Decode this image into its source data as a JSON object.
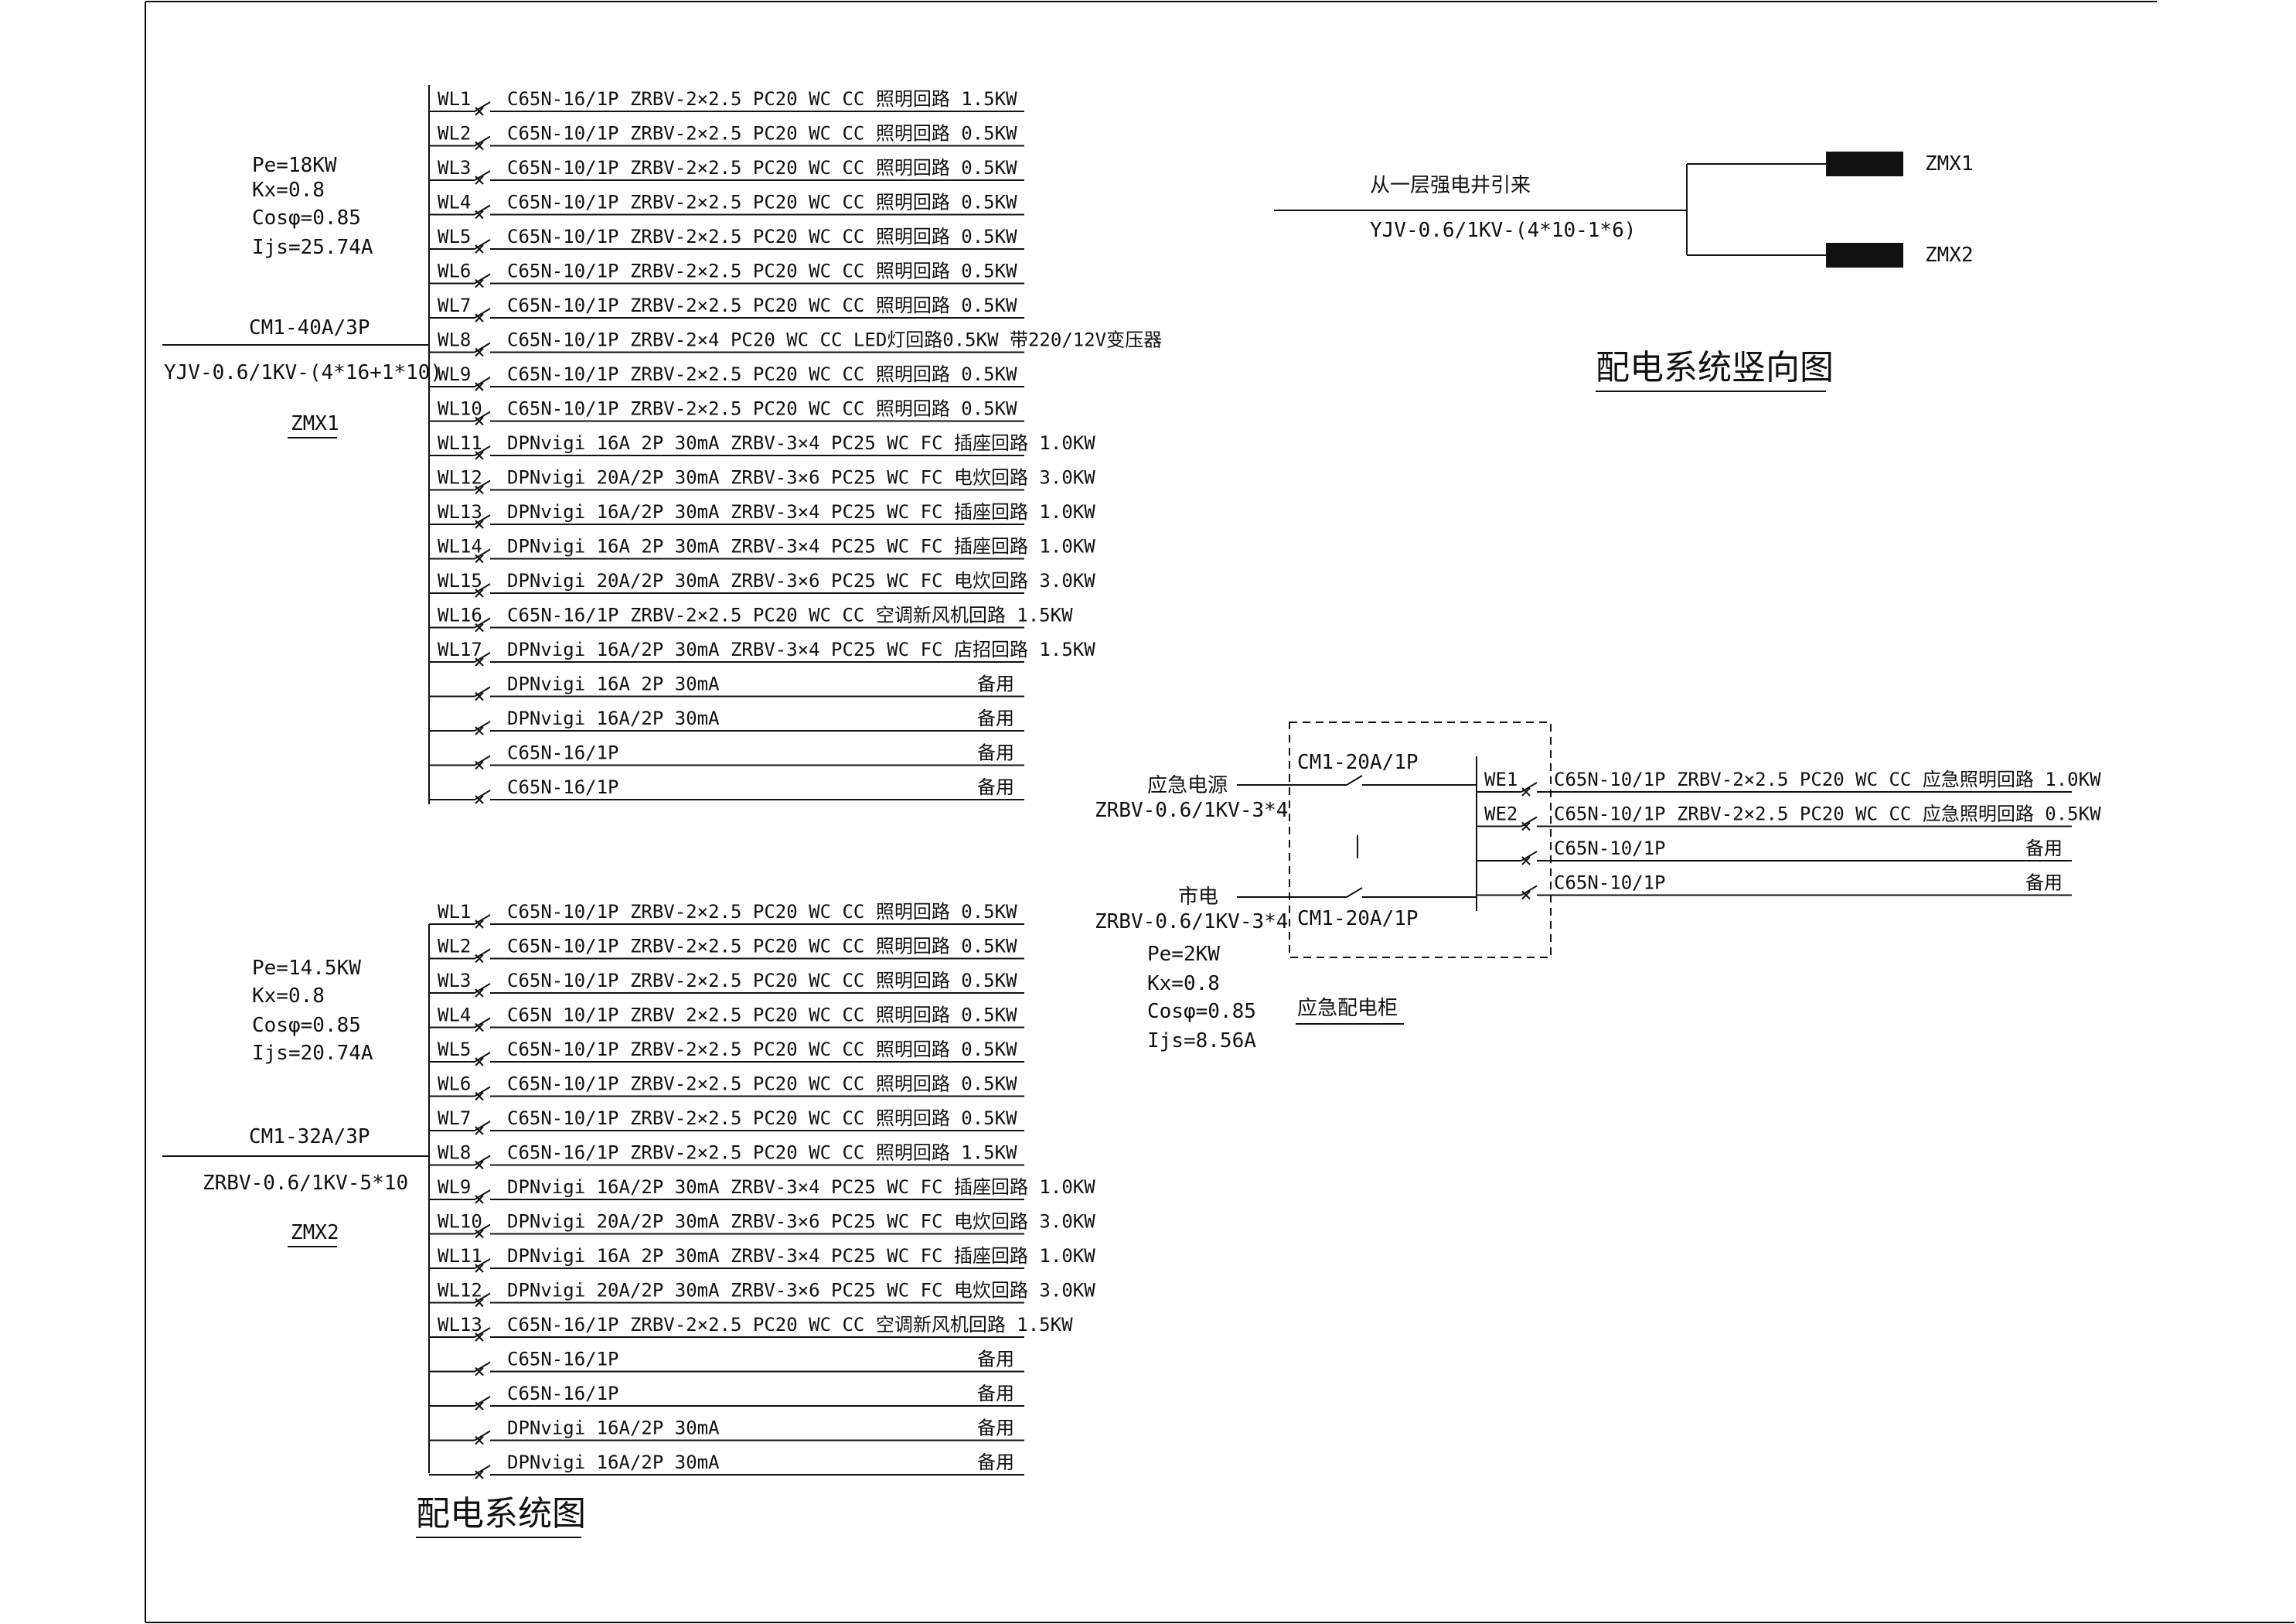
{
  "titles": {
    "main": "配电系统图",
    "riser": "配电系统竖向图"
  },
  "zmx1": {
    "name": "ZMX1",
    "pe": "Pe=18KW",
    "kx": "Kx=0.8",
    "cos": "Cosφ=0.85",
    "ijs": "Ijs=25.74A",
    "breaker": "CM1-40A/3P",
    "cable": "YJV-0.6/1KV-(4*16+1*10)",
    "circuits": [
      {
        "id": "WL1",
        "desc": "C65N-16/1P   ZRBV-2×2.5   PC20  WC  CC   照明回路 1.5KW"
      },
      {
        "id": "WL2",
        "desc": "C65N-10/1P   ZRBV-2×2.5   PC20  WC  CC   照明回路 0.5KW"
      },
      {
        "id": "WL3",
        "desc": "C65N-10/1P   ZRBV-2×2.5   PC20  WC  CC   照明回路 0.5KW"
      },
      {
        "id": "WL4",
        "desc": "C65N-10/1P   ZRBV-2×2.5   PC20  WC  CC   照明回路 0.5KW"
      },
      {
        "id": "WL5",
        "desc": "C65N-10/1P   ZRBV-2×2.5   PC20  WC  CC   照明回路 0.5KW"
      },
      {
        "id": "WL6",
        "desc": "C65N-10/1P   ZRBV-2×2.5   PC20  WC  CC   照明回路 0.5KW"
      },
      {
        "id": "WL7",
        "desc": "C65N-10/1P   ZRBV-2×2.5   PC20  WC  CC   照明回路 0.5KW"
      },
      {
        "id": "WL8",
        "desc": "C65N-10/1P   ZRBV-2×4     PC20  WC  CC   LED灯回路0.5KW  带220/12V变压器"
      },
      {
        "id": "WL9",
        "desc": "C65N-10/1P   ZRBV-2×2.5   PC20  WC  CC   照明回路 0.5KW"
      },
      {
        "id": "WL10",
        "desc": "C65N-10/1P   ZRBV-2×2.5   PC20  WC  CC   照明回路 0.5KW"
      },
      {
        "id": "WL11",
        "desc": "DPNvigi  16A 2P  30mA  ZRBV-3×4   PC25  WC  FC  插座回路 1.0KW"
      },
      {
        "id": "WL12",
        "desc": "DPNvigi  20A/2P  30mA  ZRBV-3×6   PC25  WC  FC  电炊回路 3.0KW"
      },
      {
        "id": "WL13",
        "desc": "DPNvigi  16A/2P  30mA  ZRBV-3×4   PC25  WC  FC  插座回路 1.0KW"
      },
      {
        "id": "WL14",
        "desc": "DPNvigi  16A 2P  30mA  ZRBV-3×4   PC25  WC  FC  插座回路 1.0KW"
      },
      {
        "id": "WL15",
        "desc": "DPNvigi  20A/2P  30mA  ZRBV-3×6   PC25  WC  FC  电炊回路 3.0KW"
      },
      {
        "id": "WL16",
        "desc": "C65N-16/1P   ZRBV-2×2.5   PC20  WC  CC   空调新风机回路  1.5KW"
      },
      {
        "id": "WL17",
        "desc": "DPNvigi  16A/2P  30mA  ZRBV-3×4   PC25  WC  FC  店招回路  1.5KW"
      },
      {
        "id": "",
        "desc": "DPNvigi  16A 2P  30mA",
        "spare": "备用"
      },
      {
        "id": "",
        "desc": "DPNvigi  16A/2P  30mA",
        "spare": "备用"
      },
      {
        "id": "",
        "desc": "C65N-16/1P",
        "spare": "备用"
      },
      {
        "id": "",
        "desc": "C65N-16/1P",
        "spare": "备用"
      }
    ]
  },
  "zmx2": {
    "name": "ZMX2",
    "pe": "Pe=14.5KW",
    "kx": "Kx=0.8",
    "cos": "Cosφ=0.85",
    "ijs": "Ijs=20.74A",
    "breaker": "CM1-32A/3P",
    "cable": "ZRBV-0.6/1KV-5*10",
    "circuits": [
      {
        "id": "WL1",
        "desc": "C65N-10/1P   ZRBV-2×2.5   PC20  WC  CC   照明回路 0.5KW"
      },
      {
        "id": "WL2",
        "desc": "C65N-10/1P   ZRBV-2×2.5   PC20  WC  CC   照明回路 0.5KW"
      },
      {
        "id": "WL3",
        "desc": "C65N-10/1P   ZRBV-2×2.5   PC20  WC  CC   照明回路 0.5KW"
      },
      {
        "id": "WL4",
        "desc": "C65N 10/1P   ZRBV 2×2.5   PC20  WC  CC   照明回路 0.5KW"
      },
      {
        "id": "WL5",
        "desc": "C65N-10/1P   ZRBV-2×2.5   PC20  WC  CC   照明回路 0.5KW"
      },
      {
        "id": "WL6",
        "desc": "C65N-10/1P   ZRBV-2×2.5   PC20  WC  CC   照明回路 0.5KW"
      },
      {
        "id": "WL7",
        "desc": "C65N-10/1P   ZRBV-2×2.5   PC20  WC  CC   照明回路 0.5KW"
      },
      {
        "id": "WL8",
        "desc": "C65N-16/1P   ZRBV-2×2.5   PC20  WC  CC   照明回路 1.5KW"
      },
      {
        "id": "WL9",
        "desc": "DPNvigi  16A/2P  30mA  ZRBV-3×4   PC25  WC  FC  插座回路 1.0KW"
      },
      {
        "id": "WL10",
        "desc": "DPNvigi  20A/2P  30mA  ZRBV-3×6   PC25  WC  FC  电炊回路 3.0KW"
      },
      {
        "id": "WL11",
        "desc": "DPNvigi  16A 2P  30mA  ZRBV-3×4   PC25  WC  FC  插座回路 1.0KW"
      },
      {
        "id": "WL12",
        "desc": "DPNvigi  20A/2P  30mA  ZRBV-3×6   PC25  WC  FC  电炊回路 3.0KW"
      },
      {
        "id": "WL13",
        "desc": "C65N-16/1P   ZRBV-2×2.5   PC20  WC  CC   空调新风机回路  1.5KW"
      },
      {
        "id": "",
        "desc": "C65N-16/1P",
        "spare": "备用"
      },
      {
        "id": "",
        "desc": "C65N-16/1P",
        "spare": "备用"
      },
      {
        "id": "",
        "desc": "DPNvigi  16A/2P  30mA",
        "spare": "备用"
      },
      {
        "id": "",
        "desc": "DPNvigi  16A/2P  30mA",
        "spare": "备用"
      }
    ]
  },
  "riser": {
    "source": "从一层强电井引来",
    "cable": "YJV-0.6/1KV-(4*10-1*6)",
    "targets": [
      "ZMX1",
      "ZMX2"
    ]
  },
  "emergency": {
    "title": "应急配电柜",
    "source_label": "应急电源",
    "source_cable": "ZRBV-0.6/1KV-3*4",
    "breaker_top": "CM1-20A/1P",
    "mains_label": "市电",
    "mains_cable": "ZRBV-0.6/1KV-3*4",
    "breaker_bottom": "CM1-20A/1P",
    "pe": "Pe=2KW",
    "kx": "Kx=0.8",
    "cos": "Cosφ=0.85",
    "ijs": "Ijs=8.56A",
    "circuits": [
      {
        "id": "WE1",
        "desc": "C65N-10/1P   ZRBV-2×2.5   PC20  WC  CC   应急照明回路 1.0KW"
      },
      {
        "id": "WE2",
        "desc": "C65N-10/1P   ZRBV-2×2.5   PC20  WC  CC   应急照明回路 0.5KW"
      },
      {
        "id": "",
        "desc": "C65N-10/1P",
        "spare": "备用"
      },
      {
        "id": "",
        "desc": "C65N-10/1P",
        "spare": "备用"
      }
    ]
  }
}
